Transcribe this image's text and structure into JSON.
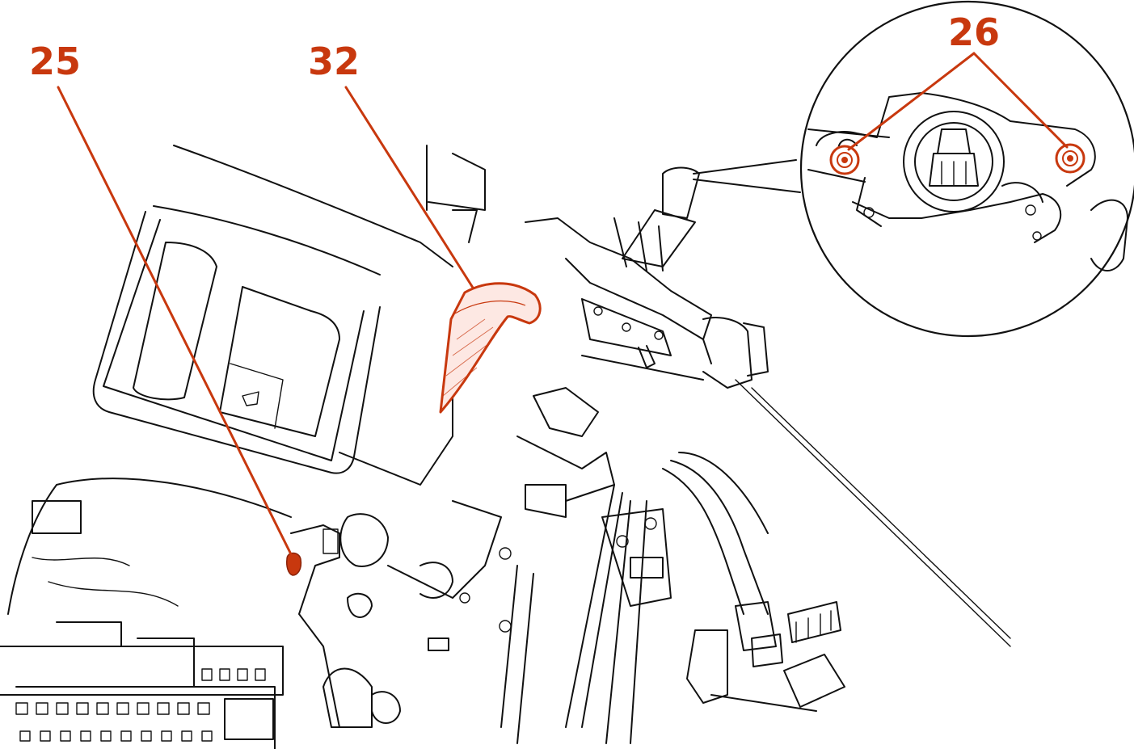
{
  "callouts": {
    "label_25": "25",
    "label_32": "32",
    "label_26": "26"
  },
  "colors": {
    "callout": "#c8380e",
    "line_art": "#111111",
    "background": "#ffffff"
  }
}
